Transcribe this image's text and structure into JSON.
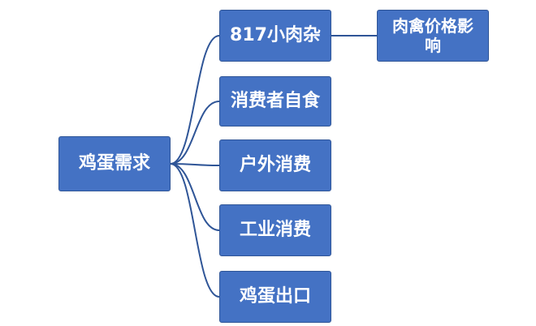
{
  "diagram": {
    "root": {
      "label": "鸡蛋需求"
    },
    "children": [
      {
        "label": "817小肉杂"
      },
      {
        "label": "消费者自食"
      },
      {
        "label": "户外消费"
      },
      {
        "label": "工业消费"
      },
      {
        "label": "鸡蛋出口"
      }
    ],
    "grandchild": {
      "label": "肉禽价格影响"
    },
    "colors": {
      "node_fill": "#4472c4",
      "node_border": "#2f5597",
      "connector": "#2f5597",
      "text": "#ffffff"
    }
  }
}
